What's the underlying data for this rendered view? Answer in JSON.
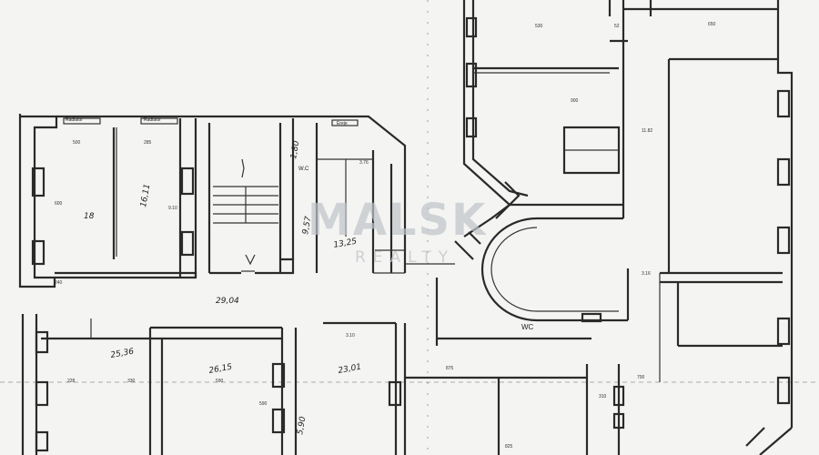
{
  "watermark": {
    "brand": "MALSK",
    "sub": "REALTY"
  },
  "rooms": {
    "top_left_area": "18",
    "top_left_side": "16,11",
    "wc_small": "W.C",
    "wc_large": "WC",
    "room_a": "1,80",
    "room_b": "9,57",
    "room_c": "13,25",
    "corridor": "29,04",
    "bottom_left": "25,36",
    "bottom_mid": "26,15",
    "bottom_right": "23,01",
    "bottom_height": "5,90"
  },
  "dimensions": {
    "d500": "500",
    "d285": "285",
    "d600": "600",
    "d240": "240",
    "d530": "530",
    "d52": "52",
    "d650": "650",
    "d900": "900",
    "d1182": "11.82",
    "d316": "3.16",
    "d228": "228",
    "d330": "330",
    "d590": "590",
    "d310": "3.10",
    "d875": "875",
    "d825": "825",
    "d700": "700",
    "d376": "3.76",
    "d910": "9.10",
    "d590b": "590",
    "d310b": "310"
  },
  "window_labels": [
    "Radiator",
    "Radiator",
    "Ereje"
  ]
}
